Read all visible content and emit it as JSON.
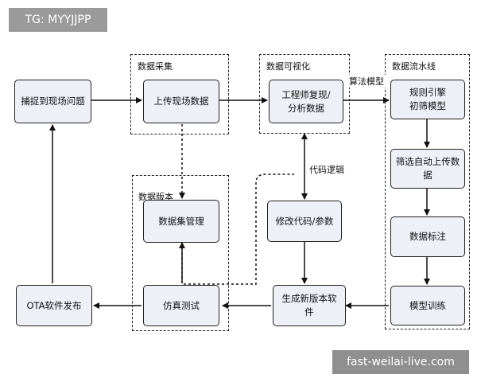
{
  "watermarks": {
    "top_left": "TG: MYYJJPP",
    "bottom_right": "fast-weilai-live.com"
  },
  "groups": {
    "data_collection": "数据采集",
    "data_visualization": "数据可视化",
    "data_pipeline": "数据流水线",
    "data_versioning": "数据版本"
  },
  "nodes": {
    "capture_issue": "捕捉到现场问题",
    "upload_data": "上传现场数据",
    "engineer_review": "工程师复现/分析数据",
    "rule_engine": "规则引擎初筛模型",
    "auto_upload_filter": "筛选自动上传数据",
    "data_labeling": "数据标注",
    "model_training": "模型训练",
    "dataset_management": "数据集管理",
    "modify_code": "修改代码/参数",
    "simulation_test": "仿真测试",
    "generate_version": "生成新版本软件",
    "ota_release": "OTA软件发布"
  },
  "edge_labels": {
    "algorithm_model": "算法模型",
    "code_logic": "代码逻辑"
  }
}
